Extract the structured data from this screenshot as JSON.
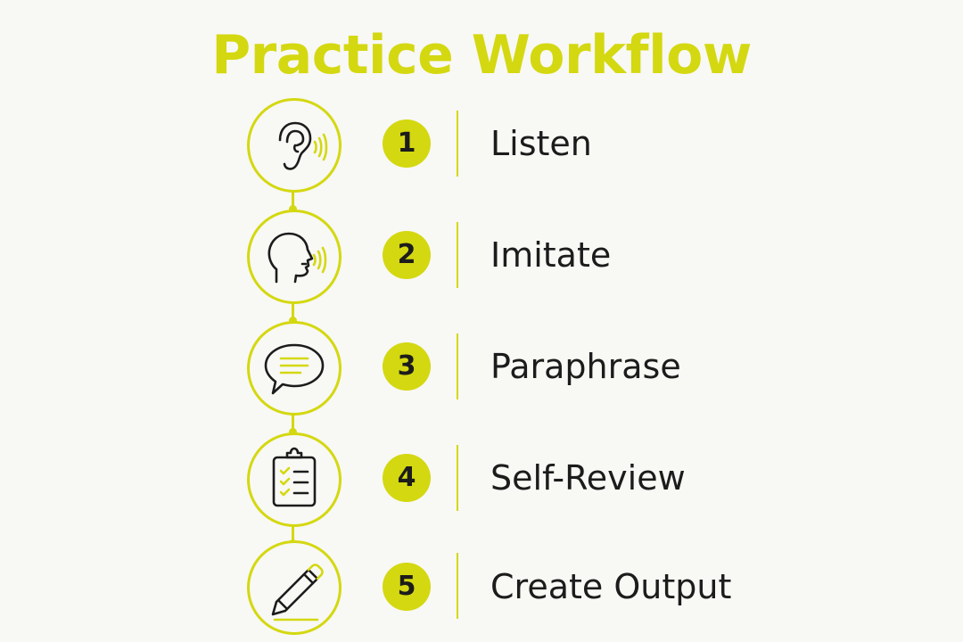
{
  "title": "Practice Workflow",
  "accent_color": "#d4d810",
  "text_color": "#1c1c1c",
  "background_color": "#f8f8f5",
  "steps": [
    {
      "number": "1",
      "label": "Listen",
      "icon": "ear-icon"
    },
    {
      "number": "2",
      "label": "Imitate",
      "icon": "speaking-head-icon"
    },
    {
      "number": "3",
      "label": "Paraphrase",
      "icon": "speech-bubble-icon"
    },
    {
      "number": "4",
      "label": "Self-Review",
      "icon": "checklist-clipboard-icon"
    },
    {
      "number": "5",
      "label": "Create Output",
      "icon": "pencil-icon"
    }
  ]
}
